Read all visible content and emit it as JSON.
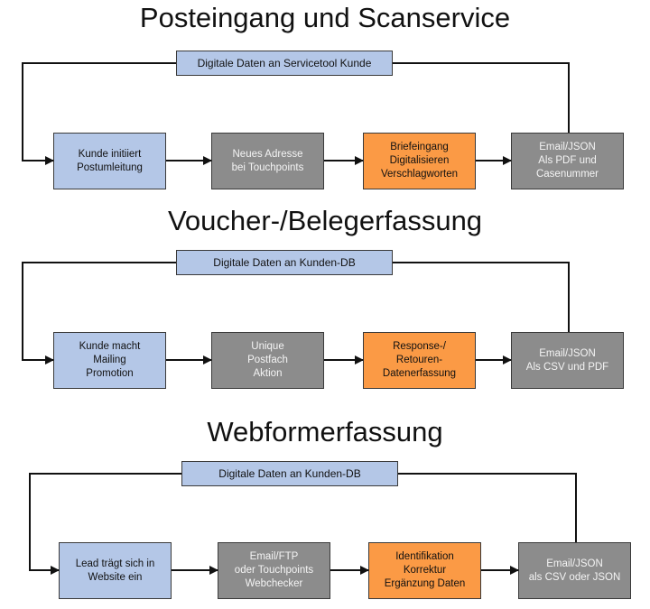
{
  "sections": [
    {
      "title": "Posteingang und Scanservice",
      "banner": "Digitale Daten an Servicetool Kunde",
      "steps": [
        {
          "label": "Kunde initiiert\nPostumleitung",
          "color": "blue"
        },
        {
          "label": "Neues Adresse\nbei Touchpoints",
          "color": "gray"
        },
        {
          "label": "Briefeingang\nDigitalisieren\nVerschlagworten",
          "color": "orange"
        },
        {
          "label": "Email/JSON\nAls PDF und\nCasenummer",
          "color": "gray"
        }
      ]
    },
    {
      "title": "Voucher-/Belegerfassung",
      "banner": "Digitale Daten an Kunden-DB",
      "steps": [
        {
          "label": "Kunde macht\nMailing\nPromotion",
          "color": "blue"
        },
        {
          "label": "Unique\nPostfach\nAktion",
          "color": "gray"
        },
        {
          "label": "Response-/\nRetouren-\nDatenerfassung",
          "color": "orange"
        },
        {
          "label": "Email/JSON\nAls CSV und PDF",
          "color": "gray"
        }
      ]
    },
    {
      "title": "Webformerfassung",
      "banner": "Digitale Daten an Kunden-DB",
      "steps": [
        {
          "label": "Lead trägt sich in\nWebsite ein",
          "color": "blue"
        },
        {
          "label": "Email/FTP\noder Touchpoints\nWebchecker",
          "color": "gray"
        },
        {
          "label": "Identifikation\nKorrektur\nErgänzung Daten",
          "color": "orange"
        },
        {
          "label": "Email/JSON\nals CSV oder JSON",
          "color": "gray"
        }
      ]
    }
  ]
}
